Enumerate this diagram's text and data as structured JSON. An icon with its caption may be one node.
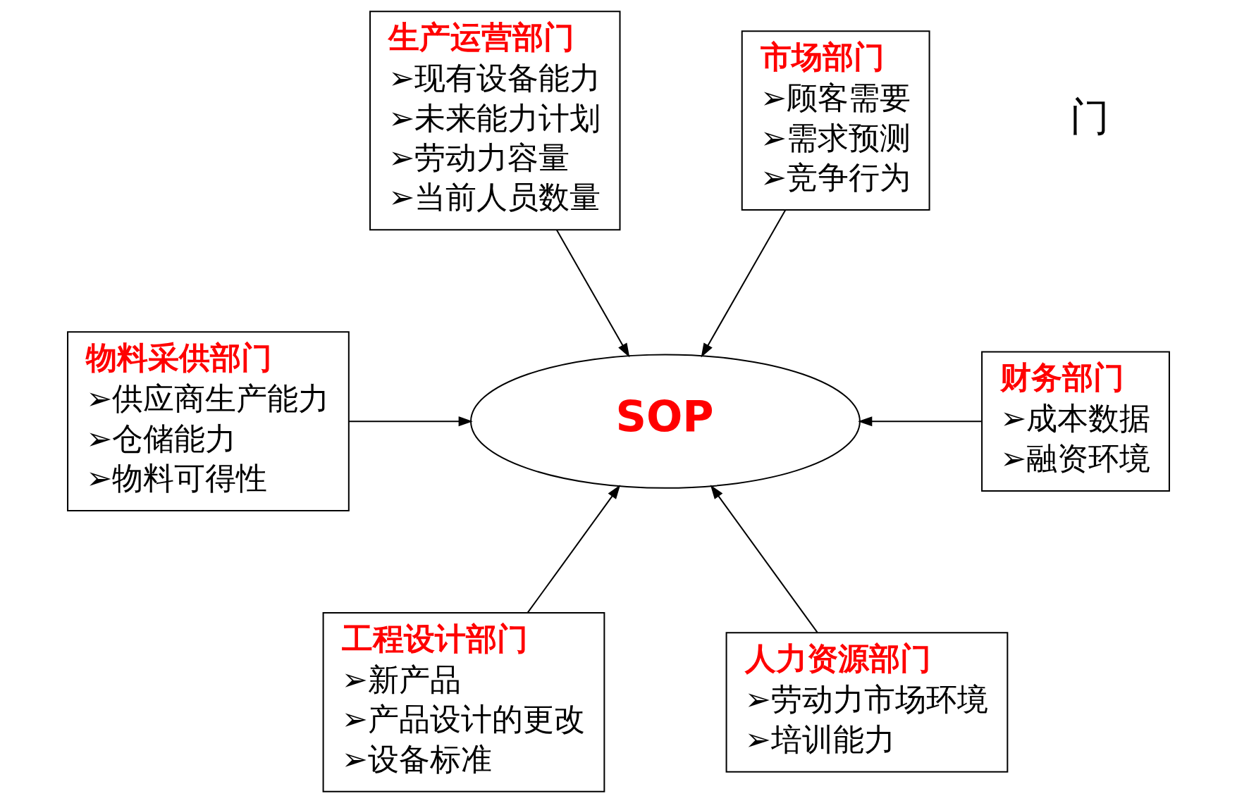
{
  "diagram": {
    "nodes": [
      {
        "text": [
          "生产运营部门",
          "➢现有设备能力",
          "➢未来能力计划",
          "➢劳动力容量",
          "➢当前人员数量"
        ]
      },
      {
        "text": [
          "市场部门",
          "➢顾客需要",
          "➢需求预测",
          "➢竞争行为"
        ]
      },
      {
        "text": [
          "物料采供部门",
          "➢供应商生产能力",
          "➢仓储能力",
          "➢物料可得性"
        ]
      },
      {
        "text": [
          "SOP"
        ]
      },
      {
        "text": [
          "财务部门",
          "➢成本数据",
          "➢融资环境"
        ]
      },
      {
        "text": [
          "工程设计部门",
          "➢新产品",
          "➢产品设计的更改",
          "➢设备标准"
        ]
      },
      {
        "text": [
          "人力资源部门",
          "➢劳动力市场环境",
          "➢培训能力"
        ]
      }
    ],
    "edges": [
      {
        "from": 0,
        "to": 3,
        "arrow": "to"
      },
      {
        "from": 1,
        "to": 3,
        "arrow": "to"
      },
      {
        "from": 2,
        "to": 3,
        "arrow": "to"
      },
      {
        "from": 4,
        "to": 3,
        "arrow": "to"
      },
      {
        "from": 5,
        "to": 3,
        "arrow": "to"
      },
      {
        "from": 6,
        "to": 3,
        "arrow": "to"
      }
    ],
    "labels": [
      "门"
    ]
  }
}
